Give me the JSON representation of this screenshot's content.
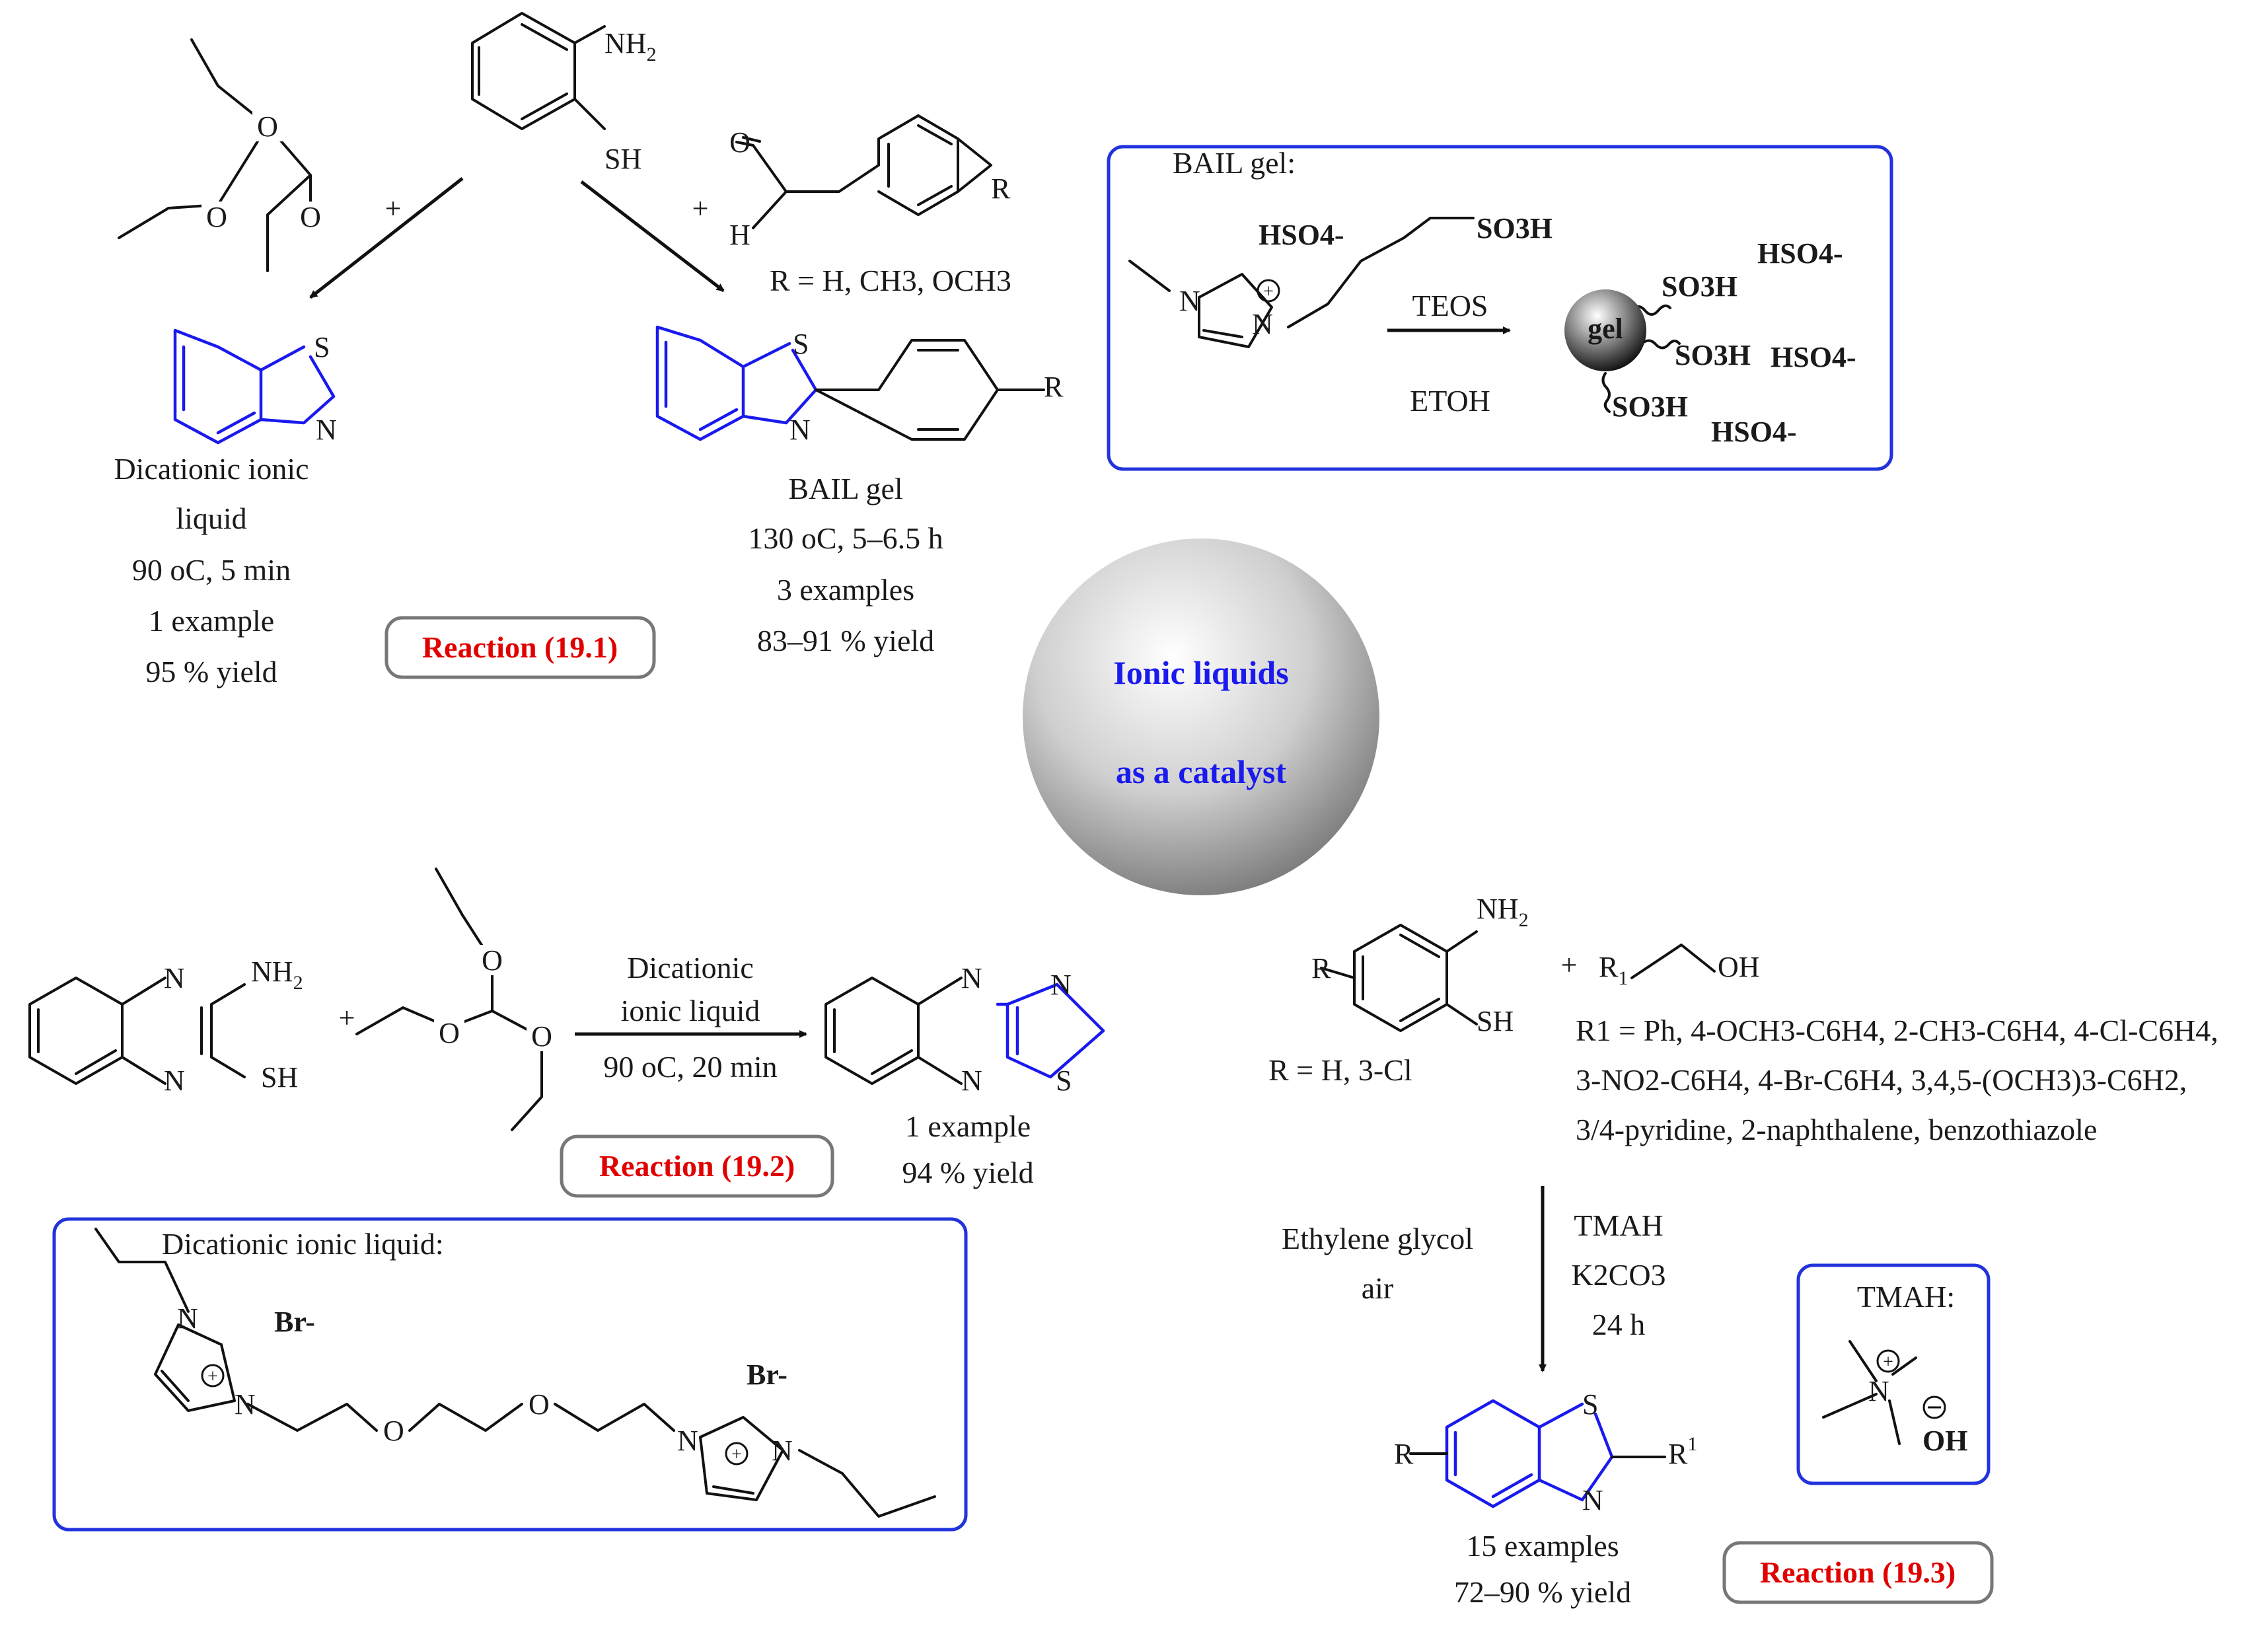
{
  "center": {
    "line1": "Ionic liquids",
    "line2": "as a catalyst"
  },
  "reaction_labels": {
    "r1": "Reaction (19.1)",
    "r2": "Reaction (19.2)",
    "r3": "Reaction (19.3)"
  },
  "atoms": {
    "nh2": "NH",
    "sub2": "2",
    "sh": "SH",
    "o": "O",
    "h": "H",
    "r": "R",
    "s": "S",
    "n": "N",
    "oh": "OH",
    "r1": "R",
    "sup1": "1",
    "sub1": "1",
    "plus": "+"
  },
  "r1": {
    "r_def": "R =  H, CH3, OCH3",
    "left_conditions": [
      "Dicationic ionic",
      "liquid",
      "90 oC, 5 min",
      "1 example",
      "95 % yield"
    ],
    "right_conditions": [
      "BAIL gel",
      "130 oC, 5–6.5 h",
      "3 examples",
      "83–91 % yield"
    ]
  },
  "bail_box": {
    "title": "BAIL gel:",
    "hso4": "HSO4-",
    "so3h": "SO3H",
    "reagent_top": "TEOS",
    "reagent_bottom": "ETOH",
    "gel": "gel"
  },
  "r2": {
    "conditions": [
      "Dicationic",
      "ionic liquid",
      "90 oC, 20  min"
    ],
    "result": [
      "1 example",
      "94 % yield"
    ]
  },
  "dil_box": {
    "title": "Dicationic ionic liquid:",
    "br": "Br-"
  },
  "r3": {
    "r_def": "R = H, 3-Cl",
    "r1_def": [
      "R1 = Ph, 4-OCH3-C6H4, 2-CH3-C6H4, 4-Cl-C6H4,",
      "3-NO2-C6H4, 4-Br-C6H4, 3,4,5-(OCH3)3-C6H2,",
      "3/4-pyridine, 2-naphthalene, benzothiazole"
    ],
    "cond_left": [
      "Ethylene glycol",
      "air"
    ],
    "cond_right": [
      "TMAH",
      "K2CO3",
      "24 h"
    ],
    "result": [
      "15 examples",
      "72–90 % yield"
    ]
  },
  "tmah_box": {
    "title": "TMAH:",
    "n": "N",
    "oh": "OH"
  }
}
